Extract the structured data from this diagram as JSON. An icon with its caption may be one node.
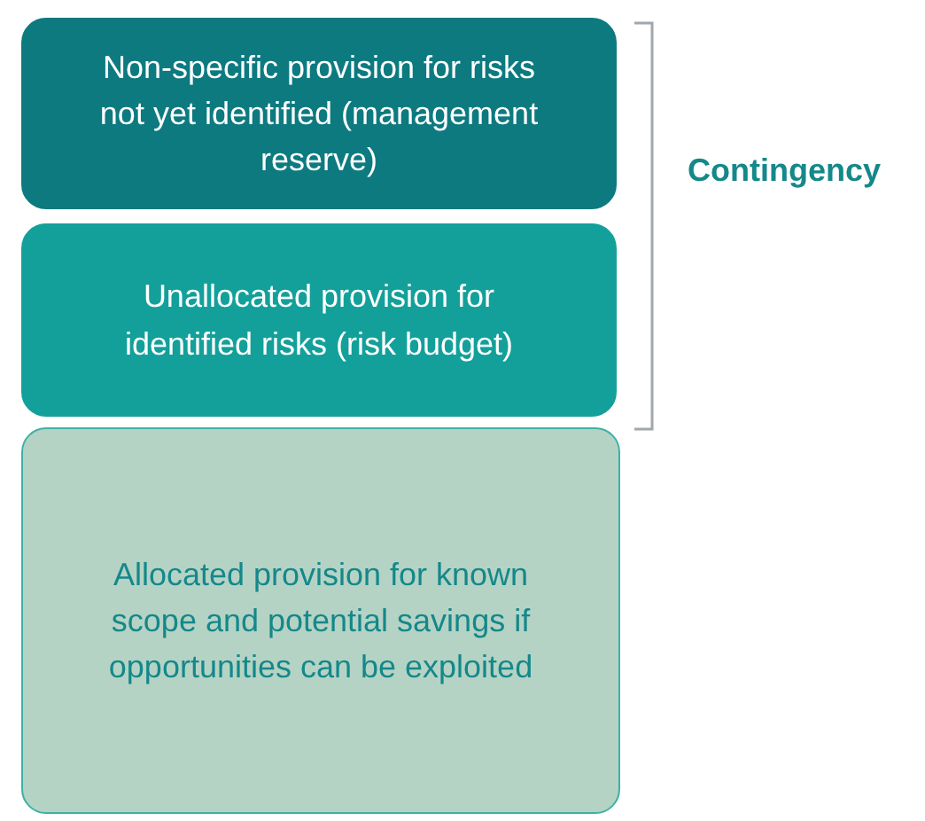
{
  "diagram": {
    "nodes": [
      {
        "text": [
          "Non-specific provision for risks not yet identified (management reserve)"
        ]
      },
      {
        "text": [
          "Unallocated provision for identified risks (risk budget)"
        ]
      },
      {
        "text": [
          "Allocated provision for known scope and potential savings if opportunities can be exploited"
        ]
      }
    ],
    "labels": [
      "Contingency"
    ]
  }
}
